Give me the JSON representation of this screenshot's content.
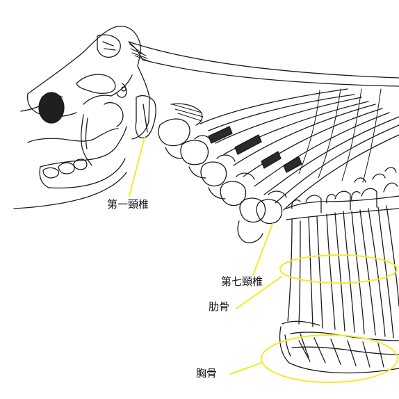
{
  "labels": {
    "atlas": "第一頸椎",
    "seventh_cervical": "第七頸椎",
    "rib": "肋骨",
    "sternum": "胸骨"
  },
  "colors": {
    "highlight": "#f5e92a",
    "ink": "#1a1a1a",
    "background": "#ffffff"
  }
}
